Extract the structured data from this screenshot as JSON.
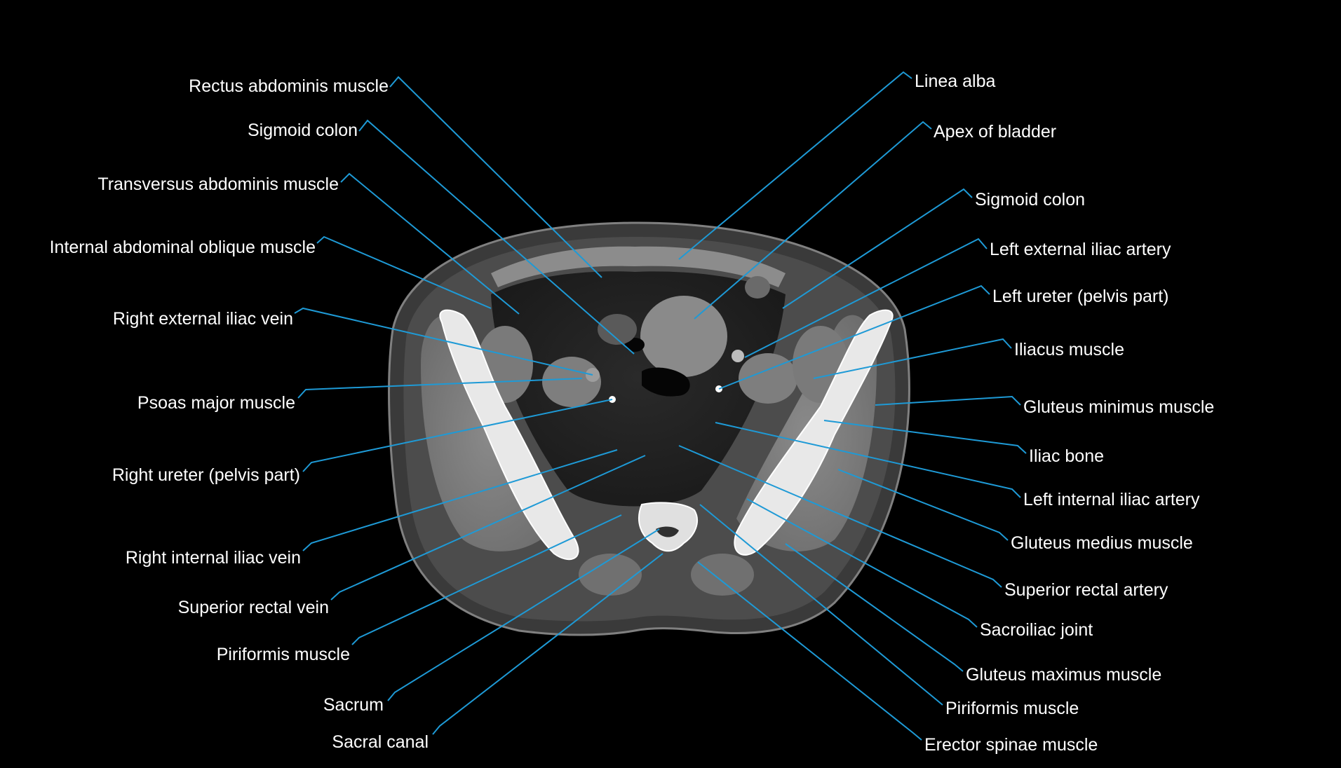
{
  "colors": {
    "background": "#000000",
    "leader": "#1e9ad6",
    "text": "#ffffff"
  },
  "image_content": "Axial CT slice of the pelvis at the level of the iliac wings and sacrum",
  "labels": {
    "rectus_abdominis": "Rectus abdominis muscle",
    "sigmoid_colon_right": "Sigmoid colon",
    "transversus_abdominis": "Transversus abdominis muscle",
    "internal_oblique": "Internal abdominal oblique muscle",
    "right_external_iliac_vein": "Right external iliac vein",
    "psoas_major": "Psoas major muscle",
    "right_ureter": "Right ureter (pelvis part)",
    "right_internal_iliac_vein": "Right internal iliac vein",
    "superior_rectal_vein": "Superior rectal vein",
    "piriformis_right": "Piriformis muscle",
    "sacrum": "Sacrum",
    "sacral_canal": "Sacral canal",
    "linea_alba": "Linea alba",
    "apex_of_bladder": "Apex of bladder",
    "sigmoid_colon_left": "Sigmoid colon",
    "left_external_iliac_artery": "Left external iliac artery",
    "left_ureter": "Left ureter (pelvis part)",
    "iliacus": "Iliacus muscle",
    "gluteus_minimus": "Gluteus minimus muscle",
    "iliac_bone": "Iliac bone",
    "left_internal_iliac_artery": "Left internal iliac artery",
    "gluteus_medius": "Gluteus medius muscle",
    "superior_rectal_artery": "Superior rectal artery",
    "sacroiliac_joint": "Sacroiliac joint",
    "gluteus_maximus": "Gluteus maximus muscle",
    "piriformis_left": "Piriformis muscle",
    "erector_spinae": "Erector spinae muscle"
  }
}
